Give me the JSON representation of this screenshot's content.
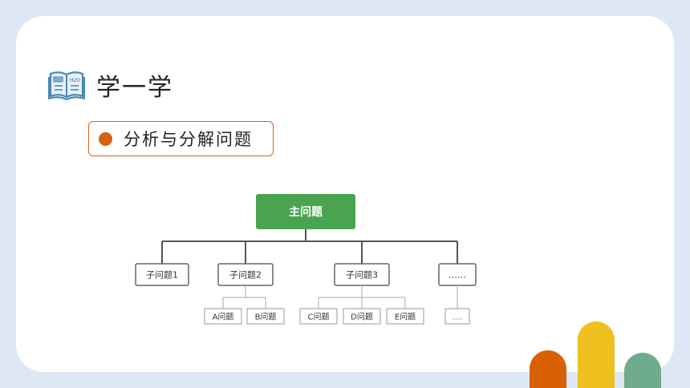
{
  "header": {
    "title": "学一学",
    "icon": "open-book-icon",
    "icon_label": "H2O"
  },
  "subtitle": {
    "text": "分析与分解问题",
    "bullet_color": "#d95f12"
  },
  "diagram": {
    "root": "主问题",
    "root_color": "#4aa34e",
    "children": [
      {
        "label": "子问题1",
        "children": []
      },
      {
        "label": "子问题2",
        "children": [
          "A问题",
          "B问题"
        ]
      },
      {
        "label": "子问题3",
        "children": [
          "C问题",
          "D问题",
          "E问题"
        ]
      },
      {
        "label": "……",
        "children": [
          "……"
        ]
      }
    ]
  },
  "decor": {
    "pillar_colors": [
      "#d95f04",
      "#eec020",
      "#6fac8e"
    ]
  }
}
